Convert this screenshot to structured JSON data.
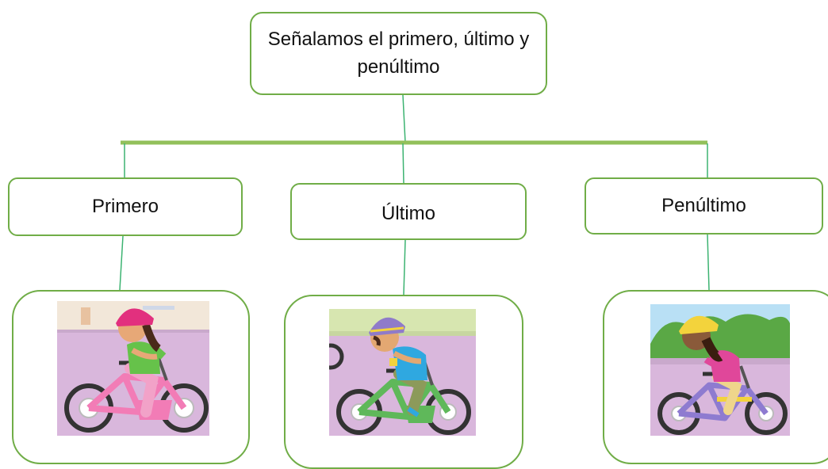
{
  "title": "Señalamos el primero, último y penúltimo",
  "categories": [
    {
      "label": "Primero"
    },
    {
      "label": "Último"
    },
    {
      "label": "Penúltimo"
    }
  ],
  "colors": {
    "border": "#70ad47",
    "bar": "#92c05a",
    "connector": "#3cb371",
    "background_road": "#d9b7dc",
    "sky": "#f2e7d9"
  },
  "illustrations": [
    {
      "icon": "girl-pink-helmet-on-bicycle",
      "helmet": "#e2307e",
      "shirt": "#66c24a",
      "pants": "#f2a2c8",
      "bike": "#f27cb6"
    },
    {
      "icon": "boy-purple-helmet-on-bicycle",
      "helmet": "#8f7bc9",
      "shirt": "#2fa8e0",
      "pants": "#8c9a5a",
      "bike": "#5fb85a"
    },
    {
      "icon": "girl-yellow-helmet-on-bicycle",
      "helmet": "#f3d33c",
      "shirt": "#e0479a",
      "pants": "#efd58b",
      "bike": "#8e7bd0"
    }
  ]
}
